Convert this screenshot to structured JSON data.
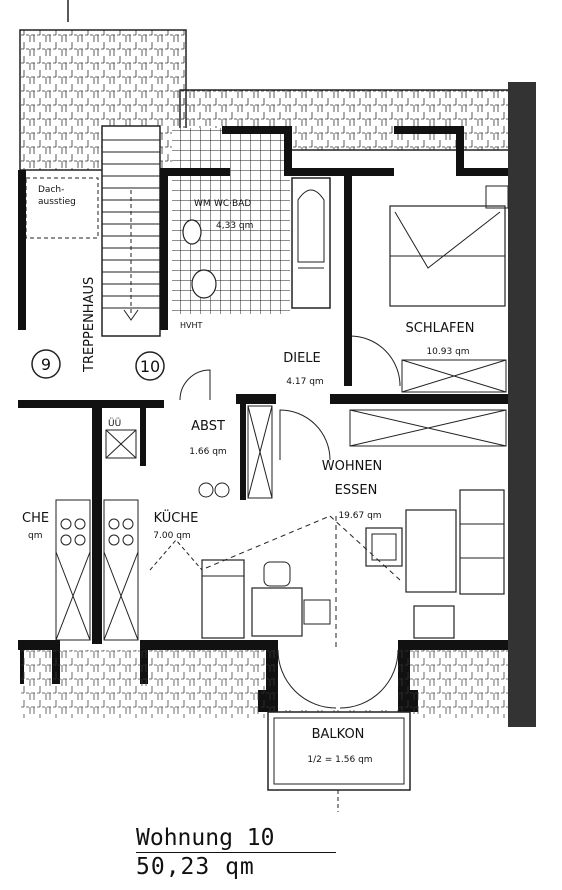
{
  "plan": {
    "labels": {
      "dachausstieg_1": "Dach-",
      "dachausstieg_2": "ausstieg",
      "treppenhaus": "TREPPENHAUS",
      "unit9": "9",
      "unit10": "10",
      "wc_bad": "WC·BAD",
      "wc_bad_area": "4,33 qm",
      "wm": "WM",
      "schlafen": "SCHLAFEN",
      "schlafen_area": "10.93 qm",
      "diele": "DIELE",
      "diele_area": "4.17 qm",
      "abst": "ABST",
      "abst_area": "1.66 qm",
      "wohnen": "WOHNEN",
      "essen": "ESSEN",
      "wohnen_area": "19.67 qm",
      "kueche": "KÜCHE",
      "kueche_area": "7.00 qm",
      "kueche_left": "CHE",
      "kueche_left_area": "qm",
      "balkon": "BALKON",
      "balkon_area": "1/2 = 1.56 qm",
      "hvht": "HVHT",
      "uu": "ÜÜ"
    }
  },
  "caption": {
    "title": "Wohnung 10",
    "area": "50,23 qm"
  }
}
